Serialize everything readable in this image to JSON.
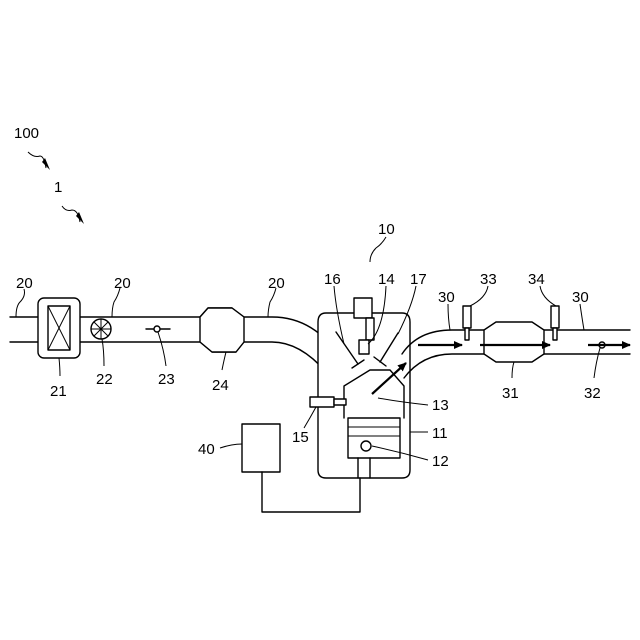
{
  "labels": {
    "system": "100",
    "engine_system": "1",
    "engine": "10",
    "cylinder_block": "11",
    "piston": "12",
    "combustion_chamber": "13",
    "spark_plug": "14",
    "fuel_injector": "15",
    "intake_valve": "16",
    "exhaust_valve": "17",
    "intake_passage_a": "20",
    "intake_passage_b": "20",
    "intake_passage_c": "20",
    "air_cleaner": "21",
    "air_flow_meter": "22",
    "throttle_valve": "23",
    "surge_tank": "24",
    "exhaust_passage_a": "30",
    "exhaust_passage_b": "30",
    "catalyst": "31",
    "exhaust_valve_32": "32",
    "upstream_sensor": "33",
    "downstream_sensor": "34",
    "ecu": "40"
  }
}
